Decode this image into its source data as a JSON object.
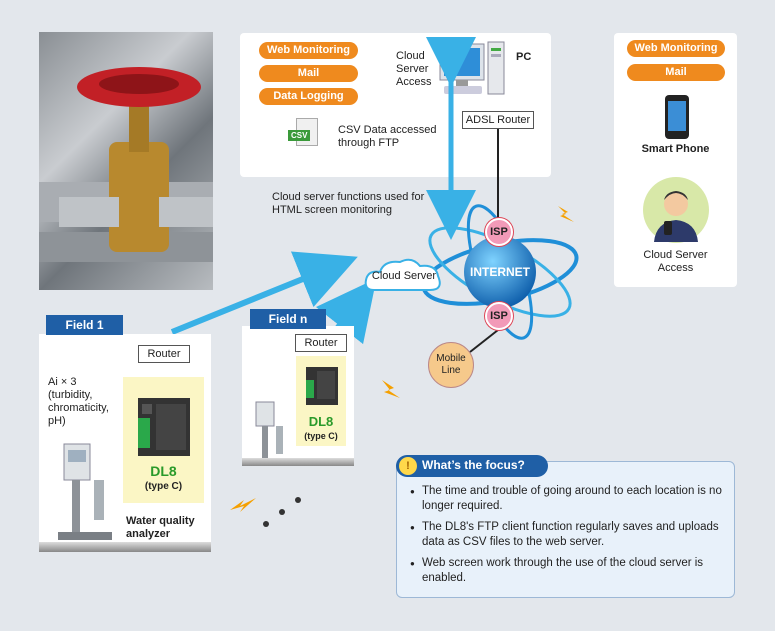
{
  "top_panel": {
    "pills": [
      "Web Monitoring",
      "Mail",
      "Data Logging"
    ],
    "cloud_access_label": "Cloud\nServer\nAccess",
    "pc_label": "PC",
    "adsl_router": "ADSL Router",
    "csv_icon_text": "CSV",
    "csv_caption": "CSV Data accessed\nthrough FTP"
  },
  "cloud_functions_caption": "Cloud server functions used for\nHTML screen monitoring",
  "right_panel": {
    "pills": [
      "Web Monitoring",
      "Mail"
    ],
    "smartphone_label": "Smart Phone",
    "cloud_access_label": "Cloud Server\nAccess"
  },
  "network": {
    "cloud_server": "Cloud Server",
    "internet": "INTERNET",
    "isp_top": "ISP",
    "isp_bottom": "ISP",
    "mobile_line": "Mobile\nLine"
  },
  "field1": {
    "tab": "Field 1",
    "router": "Router",
    "ai_label": "Ai × 3\n(turbidity,\nchromaticity,\npH)",
    "device_name": "DL8",
    "device_type": "(type C)",
    "analyzer_label": "Water quality\nanalyzer"
  },
  "fieldn": {
    "tab": "Field n",
    "router": "Router",
    "device_name": "DL8",
    "device_type": "(type C)"
  },
  "focus": {
    "title": "What’s the focus?",
    "bullets": [
      "The time and trouble of going around to each location is no longer required.",
      "The DL8's FTP client function regularly saves and uploads data as CSV files to the web server.",
      "Web screen work through the use of the cloud server is enabled."
    ]
  },
  "colors": {
    "orange": "#ef8a1e",
    "blue_tab": "#1f5fa6",
    "arrow_blue": "#39b1e6",
    "dl8_green": "#2a9a2a",
    "isp_pink": "#f29ab8",
    "mobile_line": "#f6c98b"
  }
}
